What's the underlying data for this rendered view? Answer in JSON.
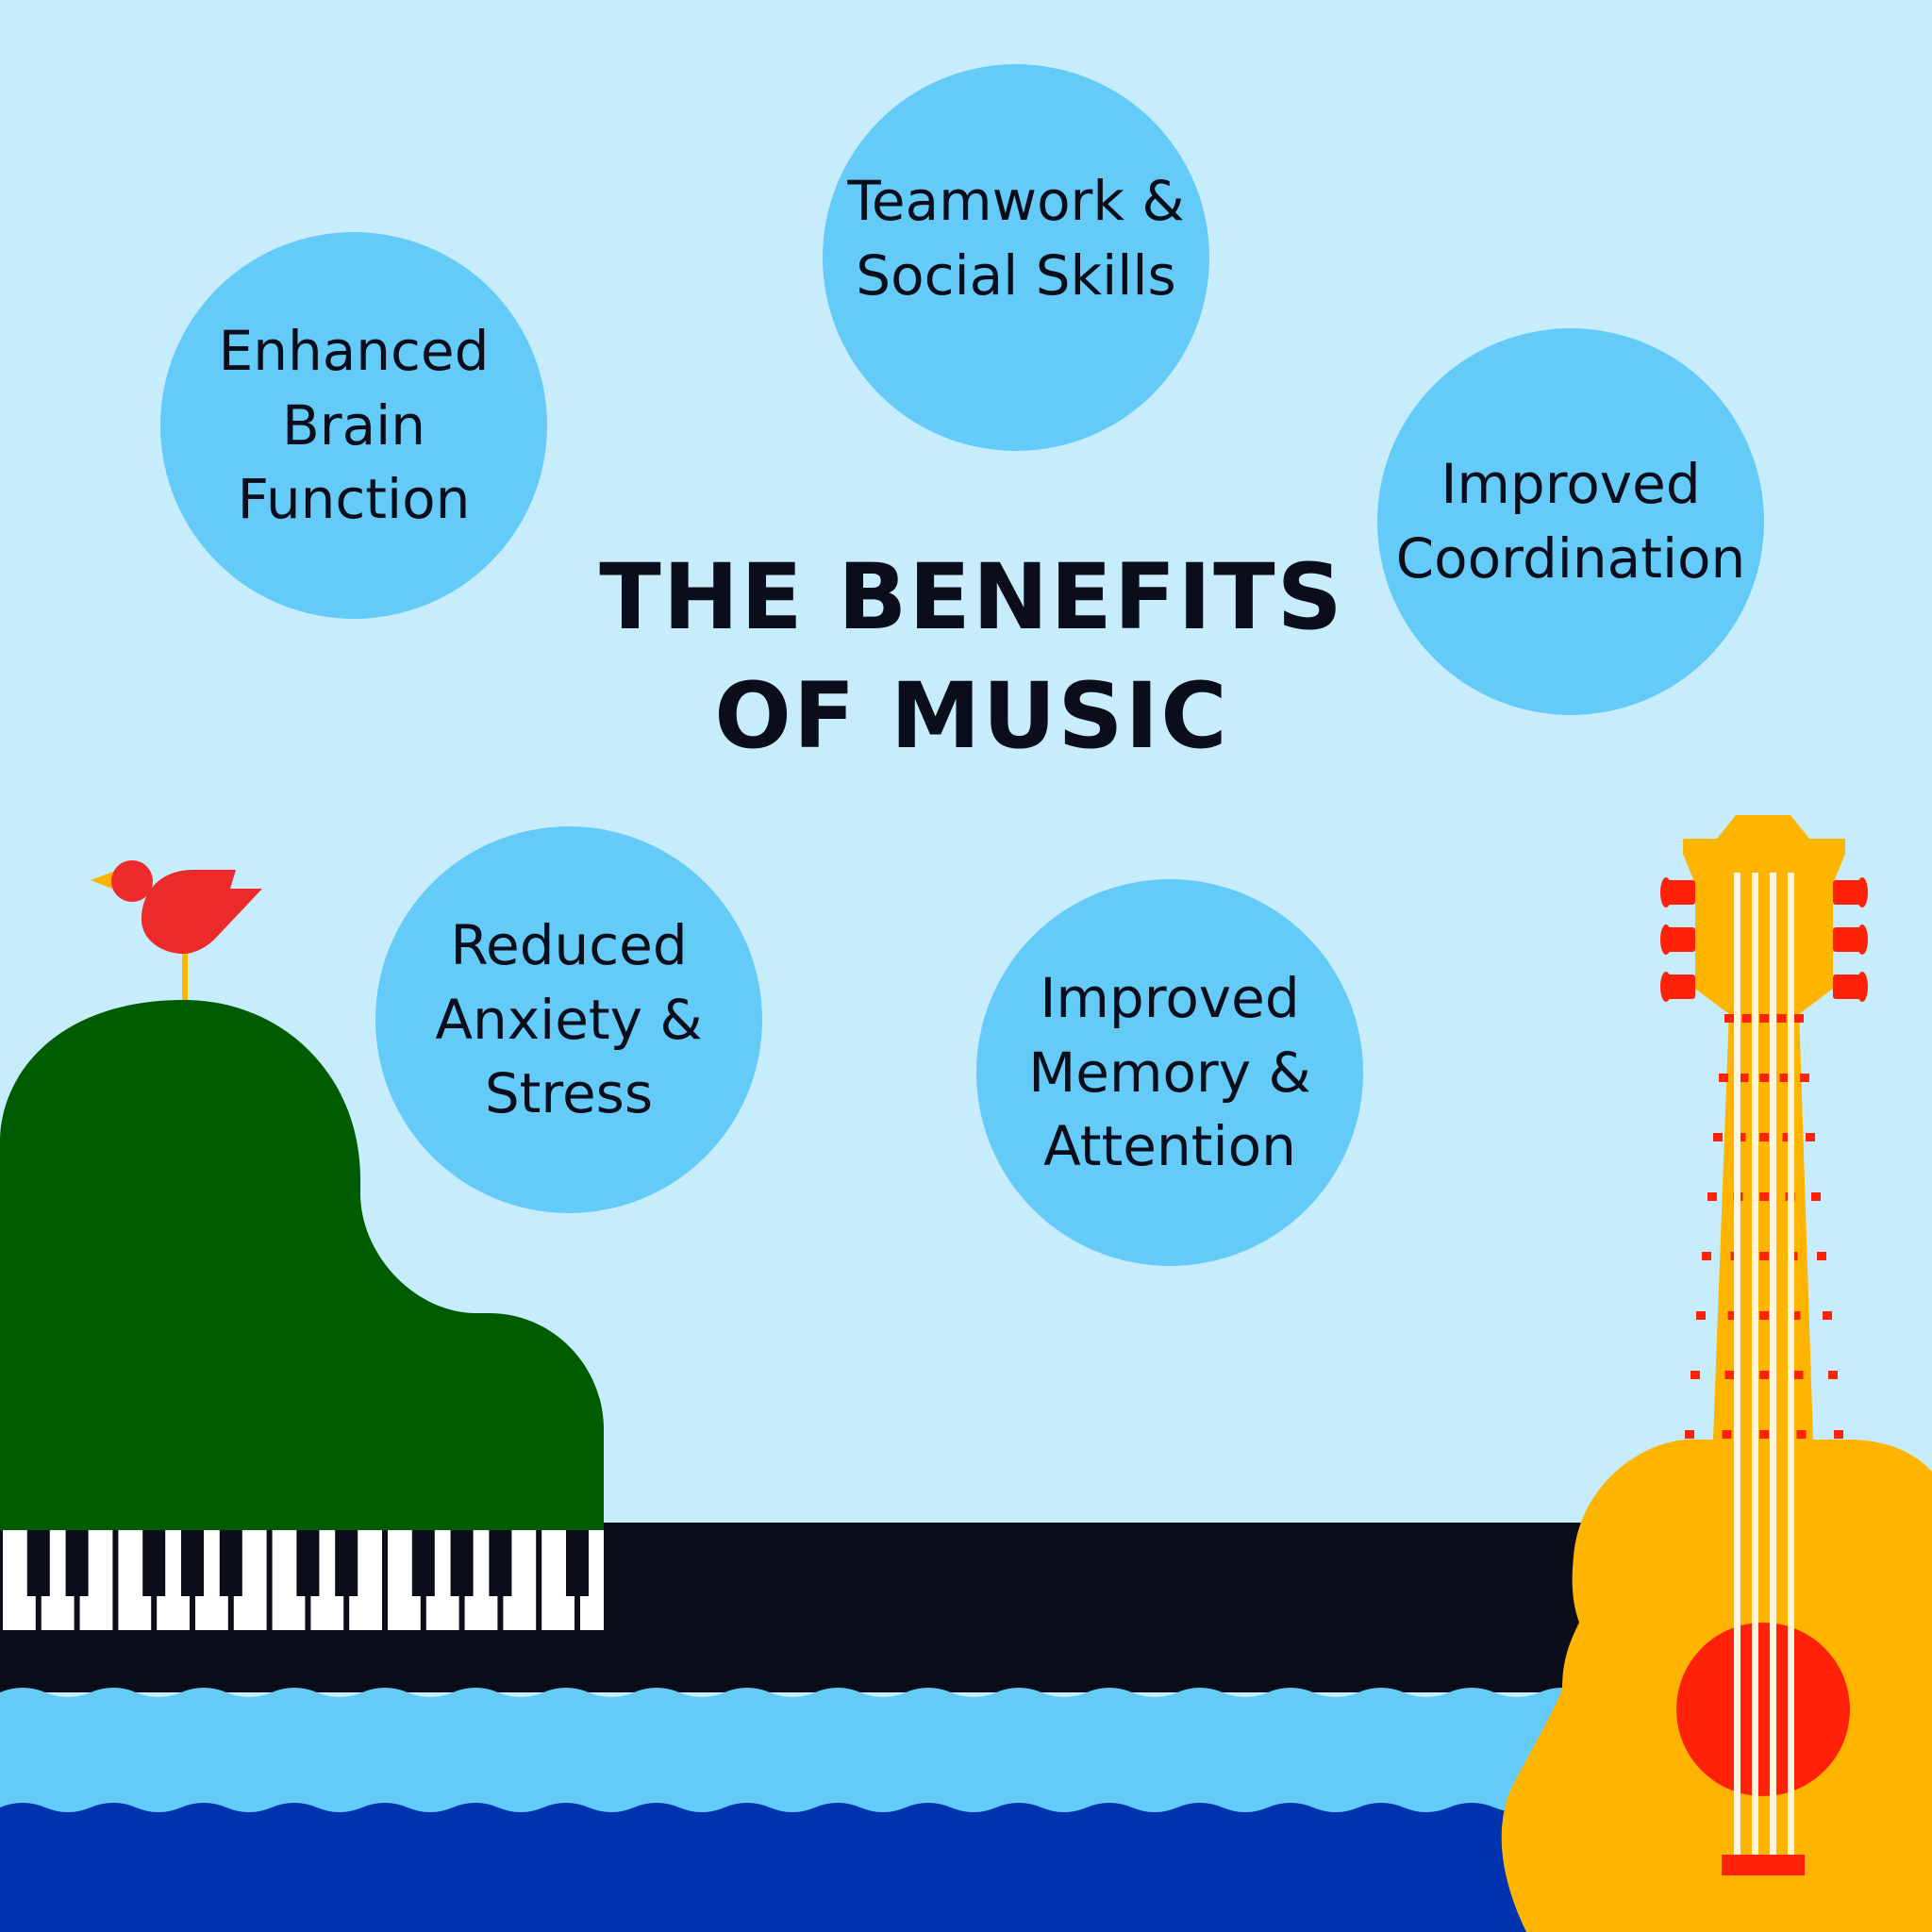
{
  "title": {
    "line1": "THE BENEFITS",
    "line2": "OF MUSIC"
  },
  "benefits": [
    {
      "lines": [
        "Teamwork &",
        "Social Skills"
      ]
    },
    {
      "lines": [
        "Enhanced",
        "Brain",
        "Function"
      ]
    },
    {
      "lines": [
        "Improved",
        "Coordination"
      ]
    },
    {
      "lines": [
        "Reduced",
        "Anxiety &",
        "Stress"
      ]
    },
    {
      "lines": [
        "Improved",
        "Memory &",
        "Attention"
      ]
    }
  ],
  "illustration": {
    "elements": [
      "red-bird",
      "green-grand-piano",
      "piano-keyboard",
      "acoustic-guitar",
      "ocean-waves"
    ],
    "colors": {
      "background": "#c7edfd",
      "bubble": "#64cbf8",
      "text": "#0b0d1a",
      "piano": "#005c00",
      "bird": "#ec2a2a",
      "guitar": "#ffb500",
      "guitar_accent": "#ff2108",
      "water_light": "#64cbf8",
      "water_dark": "#0033b0",
      "keyboard_base": "#0b0d1a"
    }
  }
}
